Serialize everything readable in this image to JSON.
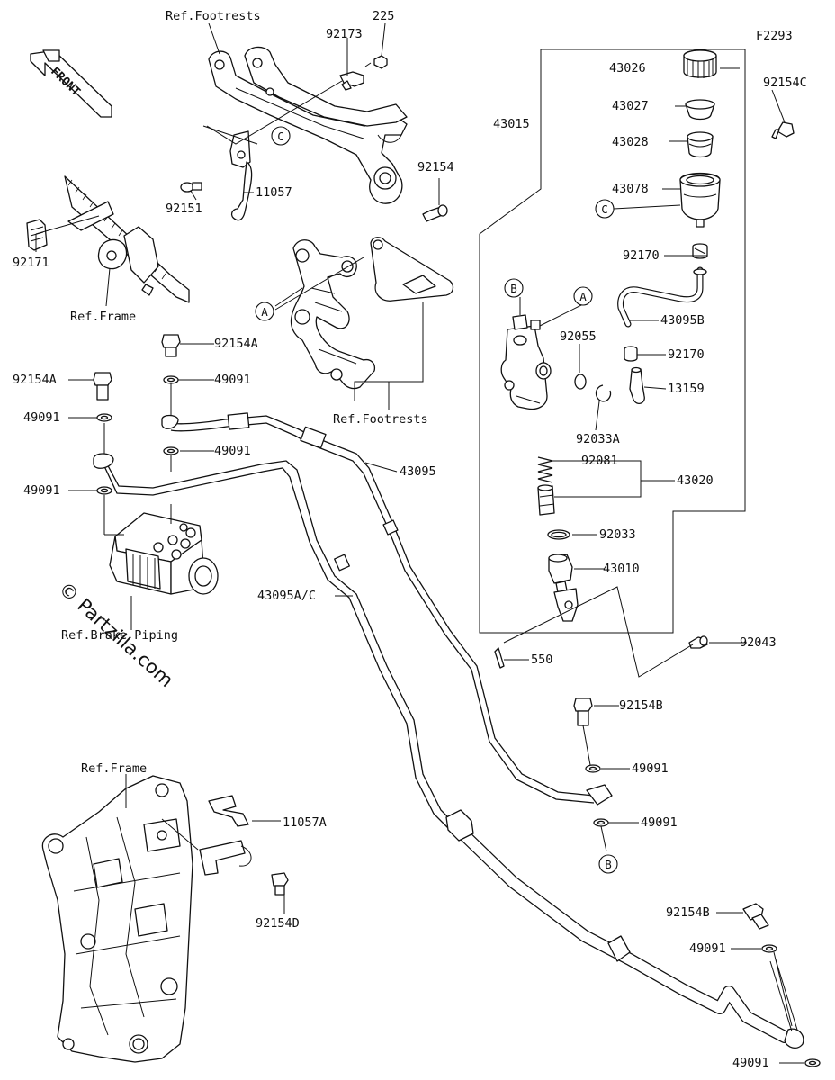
{
  "figure_code": "F2293",
  "front_arrow_label": "FRONT",
  "watermark": "© Partzilla.com",
  "part_labels": [
    "Ref.Footrests",
    "225",
    "92173",
    "92154C",
    "43026",
    "43027",
    "43028",
    "43078",
    "43015",
    "92154",
    "11057",
    "92151",
    "92171",
    "Ref.Frame",
    "92170",
    "43095B",
    "92055",
    "92170",
    "13159",
    "92154A",
    "49091",
    "92154A",
    "49091",
    "Ref.Footrests",
    "92033A",
    "49091",
    "43095",
    "92081",
    "43020",
    "49091",
    "92033",
    "43010",
    "43095A/C",
    "Ref.Brake Piping",
    "92043",
    "550",
    "92154B",
    "49091",
    "Ref.Frame",
    "11057A",
    "49091",
    "92154D",
    "92154B",
    "49091",
    "49091"
  ],
  "callouts": [
    "C",
    "C",
    "A",
    "A",
    "B",
    "B"
  ]
}
